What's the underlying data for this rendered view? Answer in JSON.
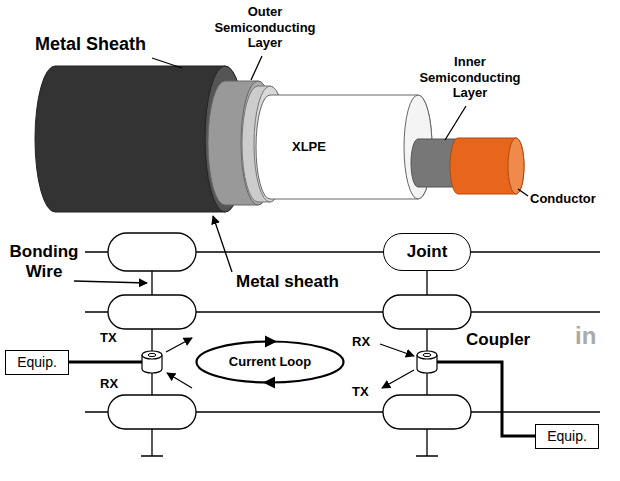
{
  "diagram": {
    "nodes": [
      {
        "text": [
          "Joint"
        ]
      },
      {
        "text": [
          "Current Loop"
        ]
      },
      {
        "text": [
          "Equip."
        ]
      },
      {
        "text": [
          "Equip."
        ]
      }
    ],
    "labels": [
      "Metal Sheath",
      "Outer Semiconducting Layer",
      "Inner Semiconducting Layer",
      "XLPE",
      "Conductor",
      "Bonding Wire",
      "Metal sheath",
      "TX",
      "RX",
      "RX",
      "TX",
      "Coupler",
      "in"
    ]
  }
}
